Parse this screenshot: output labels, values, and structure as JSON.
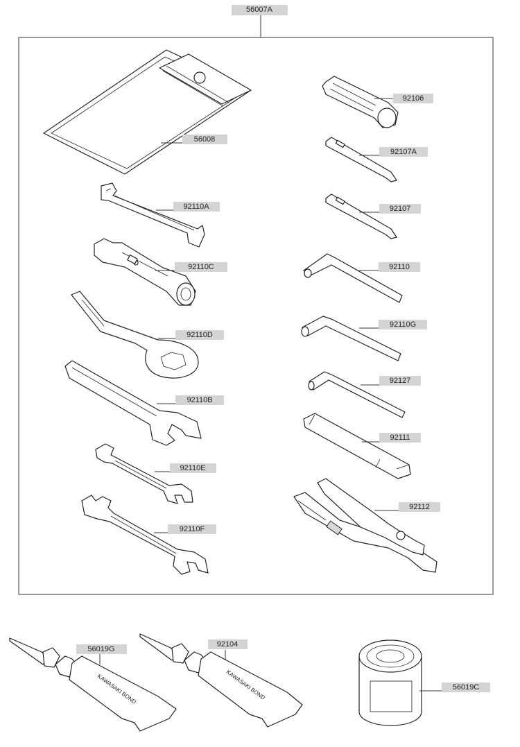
{
  "title_label": "56007A",
  "kit_parts": [
    {
      "id": "56008",
      "name": "tool-bag"
    },
    {
      "id": "92110A",
      "name": "spanner-a"
    },
    {
      "id": "92110C",
      "name": "box-wrench"
    },
    {
      "id": "92110D",
      "name": "ring-wrench"
    },
    {
      "id": "92110B",
      "name": "open-wrench"
    },
    {
      "id": "92110E",
      "name": "double-wrench-e"
    },
    {
      "id": "92110F",
      "name": "double-wrench-f"
    },
    {
      "id": "92106",
      "name": "screwdriver-handle"
    },
    {
      "id": "92107A",
      "name": "screwdriver-bit-a"
    },
    {
      "id": "92107",
      "name": "screwdriver-bit"
    },
    {
      "id": "92110",
      "name": "hex-key-large"
    },
    {
      "id": "92110G",
      "name": "hex-key-g"
    },
    {
      "id": "92127",
      "name": "hex-key-small"
    },
    {
      "id": "92111",
      "name": "extension-bar"
    },
    {
      "id": "92112",
      "name": "pliers"
    }
  ],
  "loose_parts": [
    {
      "id": "56019G",
      "name": "bond-tube-1",
      "tube_text": "KAWASAKI BOND"
    },
    {
      "id": "92104",
      "name": "bond-tube-2",
      "tube_text": "KAWASAKI BOND"
    },
    {
      "id": "56019C",
      "name": "grease-can"
    }
  ]
}
